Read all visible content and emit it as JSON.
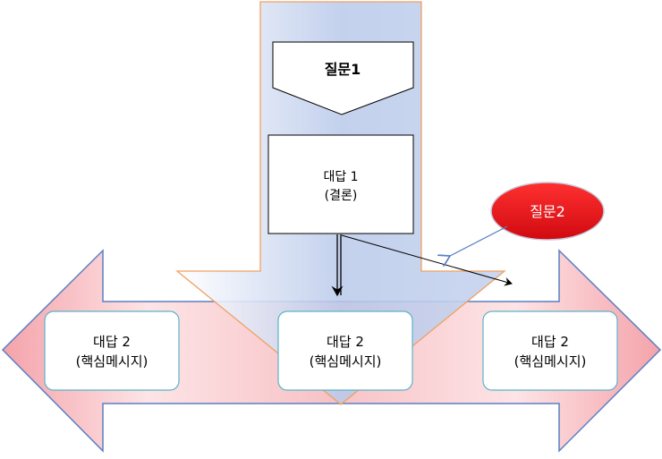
{
  "question1": {
    "label": "질문1"
  },
  "answer1": {
    "line1": "대답 1",
    "line2": "(결론)"
  },
  "question2": {
    "label": "질문2"
  },
  "answer2_boxes": [
    {
      "line1": "대답 2",
      "line2": "(핵심메시지)"
    },
    {
      "line1": "대답 2",
      "line2": "(핵심메시지)"
    },
    {
      "line1": "대답 2",
      "line2": "(핵심메시지)"
    }
  ],
  "colors": {
    "down_arrow_fill": "#c6d3ec",
    "down_arrow_stroke": "#f0a060",
    "horizontal_arrow_fill": "#f6b8bd",
    "horizontal_arrow_stroke": "#5b7fc4",
    "question2_fill": "#e8141b",
    "answer_box_stroke": "#5ab3c8"
  }
}
